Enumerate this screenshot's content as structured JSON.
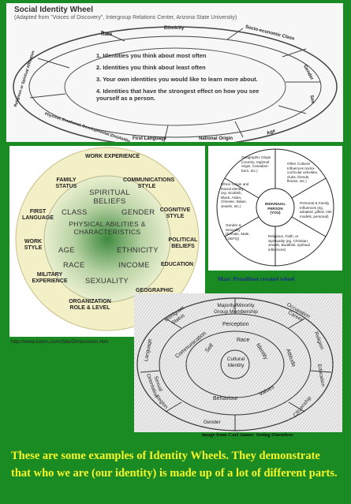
{
  "panel1": {
    "title": "Social Identity Wheel",
    "subtitle": "(Adapted from \"Voices of Discovery\", Intergroup Relations Center, Arizona State University)",
    "ring_labels": [
      "Race",
      "Ethnicity",
      "Socio-economic Class",
      "Gender",
      "Sex",
      "Age",
      "National Origin",
      "First Language",
      "Physical, Emotional, Developmental (Dis)Ability",
      "Religious or Spiritual Affiliation"
    ],
    "items": [
      "1.  Identities you think about most often",
      "2.  Identities you think about least often",
      "3.  Your own identities you would like to learn more about.",
      "4.  Identities that have the strongest effect on how you see yourself as a person."
    ]
  },
  "panel2": {
    "outer_labels": [
      "WORK EXPERIENCE",
      "FAMILY STATUS",
      "COMMUNICATIONS STYLE",
      "FIRST LANGUAGE",
      "COGNITIVE STYLE",
      "WORK STYLE",
      "POLITICAL BELIEFS",
      "EDUCATION",
      "MILITARY EXPERIENCE",
      "GEOGRAPHIC",
      "ORGANIZATION ROLE & LEVEL"
    ],
    "inner_labels": [
      "SPIRITUAL BELIEFS",
      "CLASS",
      "GENDER",
      "PHYSICAL ABILITIES & CHARACTERISTICS",
      "AGE",
      "ETHNICITY",
      "RACE",
      "INCOME",
      "SEXUALITY"
    ]
  },
  "url": "http://www.loden.com/Site/Dimensions.htm",
  "panel3": {
    "center": "INDIVIDUAL PERSON (YOU)",
    "segments": [
      "Geographic Origin (country, regional origin, Canadian-born, etc.)",
      "Other Cultural Influences (extra-curricular activities, clubs, friends, fitness, etc.)",
      "Ethnic Origin and Racial Identity (eg. Scottish, Black, Asian, Chinese, Italian, Jewish, etc.)",
      "Personal & Family Influences (eg. adopted, gifted, role models, personal)",
      "Gender & Sexuality (Female, Male, LGBTQ)",
      "Religious, Faith, or Spirituality (eg. Christian, Jewish, Buddhist, spiritual influences)"
    ],
    "caption": "Marc Proudfoot created wheel"
  },
  "panel4": {
    "outer": [
      "Majority/Minority Group Membership",
      "Occupation Career",
      "Religion",
      "Education",
      "Citizenship",
      "Gender",
      "Region",
      "Immigrant Status",
      "Language",
      "Sexual Orientation"
    ],
    "middle": [
      "Communication",
      "Perception",
      "Attitude",
      "Values",
      "Race",
      "Behaviour",
      "Self",
      "Identity"
    ],
    "center": "Cultural Identity",
    "caption": "image from Carl James' Seeing Ourselves"
  },
  "bottom_text": "These are some examples of Identity Wheels.  They demonstrate that who we are (our identity) is made up of a lot of different parts."
}
